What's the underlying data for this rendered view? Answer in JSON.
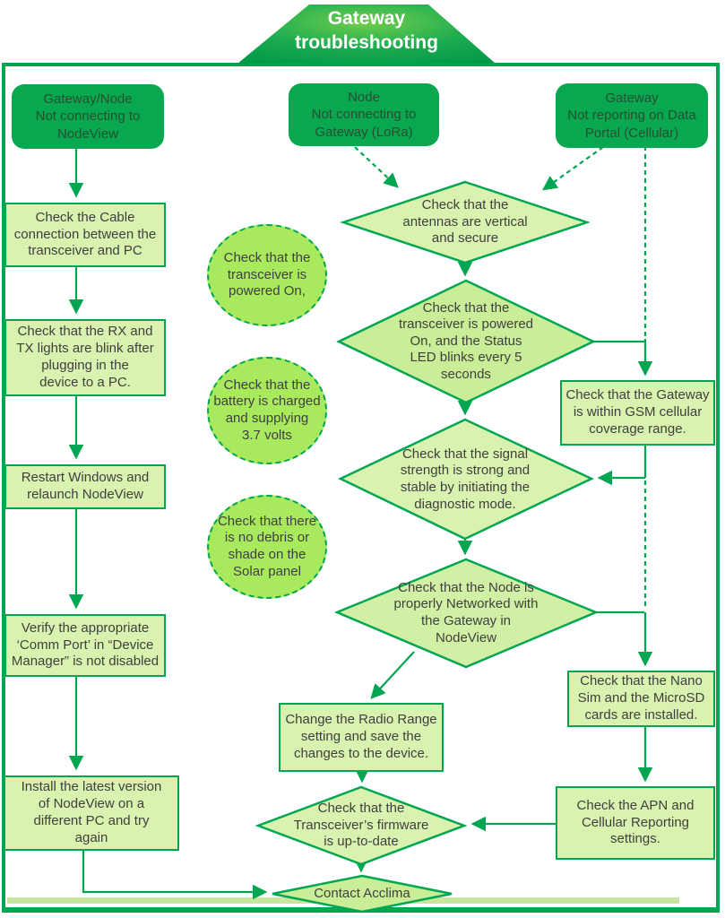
{
  "palette": {
    "brand_green": "#00A651",
    "entry_box_green": "#0AA751",
    "pale_green_fill": "#D9F2AF",
    "bright_diamond_fill": "#C9EE97",
    "circle_fill": "#A8E95E",
    "bottom_band_green": "#C9E79C",
    "text_dark": "#3F3F3F"
  },
  "title": {
    "line1": "Gateway",
    "line2": "troubleshooting"
  },
  "entry": {
    "left": "Gateway/Node\nNot connecting to\nNodeView",
    "middle": "Node\nNot connecting to\nGateway (LoRa)",
    "right": "Gateway\nNot reporting on Data\nPortal (Cellular)"
  },
  "left_steps": [
    "Check the Cable\nconnection between the\ntransceiver and PC",
    "Check that the RX and\nTX lights are blink after\nplugging in the\ndevice to a PC.",
    "Restart Windows and\nrelaunch NodeView",
    "Verify the appropriate\n‘Comm Port’ in “Device\nManager” is not disabled",
    "Install the latest version\nof NodeView on a\ndifferent PC and try\nagain"
  ],
  "circles": [
    "Check that the\ntransceiver is\npowered On,",
    "Check that the\nbattery is charged\nand supplying\n3.7 volts",
    "Check that there\nis no debris or\nshade on the\nSolar panel"
  ],
  "diamonds": {
    "antennas": "Check that the\nantennas are vertical\nand secure",
    "status_led": "Check that the\ntransceiver is powered\nOn, and the Status\nLED blinks every 5\nseconds",
    "signal": "Check that the signal\nstrength is strong and\nstable by initiating the\ndiagnostic mode.",
    "networked": "Check that the Node is\nproperly Networked with\nthe Gateway in\nNodeView",
    "firmware": "Check that the\nTransceiver’s firmware\nis up-to-date",
    "contact": "Contact Acclima"
  },
  "right_steps": [
    "Check that the Gateway\nis within GSM cellular\ncoverage range.",
    "Check that the Nano\nSim and the MicroSD\ncards are installed.",
    "Check the APN and\nCellular Reporting\nsettings."
  ],
  "radio_range": "Change the Radio Range\nsetting and save the\nchanges to the device."
}
